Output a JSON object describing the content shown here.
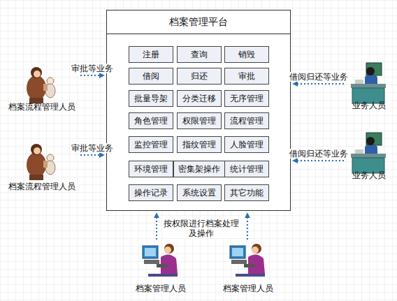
{
  "diagram": {
    "nodes": [
      {
        "text": [
          "档案管理平台"
        ]
      },
      {
        "text": [
          "注册"
        ],
        "in": 0
      },
      {
        "text": [
          "查询"
        ],
        "in": 0
      },
      {
        "text": [
          "销毁"
        ],
        "in": 0
      },
      {
        "text": [
          "借阅"
        ],
        "in": 0
      },
      {
        "text": [
          "归还"
        ],
        "in": 0
      },
      {
        "text": [
          "审批"
        ],
        "in": 0
      },
      {
        "text": [
          "批量导架"
        ],
        "in": 0
      },
      {
        "text": [
          "分类迁移"
        ],
        "in": 0
      },
      {
        "text": [
          "无序管理"
        ],
        "in": 0
      },
      {
        "text": [
          "角色管理"
        ],
        "in": 0
      },
      {
        "text": [
          "权限管理"
        ],
        "in": 0
      },
      {
        "text": [
          "流程管理"
        ],
        "in": 0
      },
      {
        "text": [
          "监控管理"
        ],
        "in": 0
      },
      {
        "text": [
          "指纹管理"
        ],
        "in": 0
      },
      {
        "text": [
          "人脸管理"
        ],
        "in": 0
      },
      {
        "text": [
          "环境管理"
        ],
        "in": 0
      },
      {
        "text": [
          "密集架操作"
        ],
        "in": 0
      },
      {
        "text": [
          "统计管理"
        ],
        "in": 0
      },
      {
        "text": [
          "操作记录"
        ],
        "in": 0
      },
      {
        "text": [
          "系统设置"
        ],
        "in": 0
      },
      {
        "text": [
          "其它功能"
        ],
        "in": 0
      },
      {
        "text": [
          "档案流程管理人员"
        ]
      },
      {
        "text": [
          "档案流程管理人员"
        ]
      },
      {
        "text": [
          "业务人员"
        ]
      },
      {
        "text": [
          "业务人员"
        ]
      },
      {
        "text": [
          "档案管理人员"
        ]
      },
      {
        "text": [
          "档案管理人员"
        ]
      }
    ],
    "edges": [
      {
        "from": 22,
        "to": 0,
        "arrow": "to",
        "label": "审批等业务"
      },
      {
        "from": 23,
        "to": 0,
        "arrow": "to",
        "label": "审批等业务"
      },
      {
        "from": 24,
        "to": 0,
        "arrow": "to",
        "label": "借阅归还等业务"
      },
      {
        "from": 25,
        "to": 0,
        "arrow": "to",
        "label": "借阅归还等业务"
      },
      {
        "from": 26,
        "to": 0,
        "arrow": "to"
      },
      {
        "from": 27,
        "to": 0,
        "arrow": "to"
      }
    ],
    "labels": [
      "按权限进行档案处理 及操作"
    ]
  }
}
